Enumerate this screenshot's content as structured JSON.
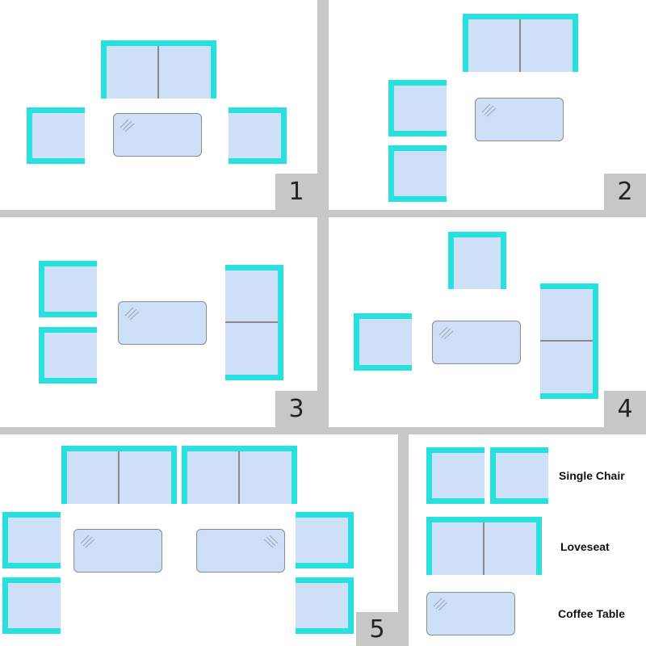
{
  "colors": {
    "frame": "#28e0de",
    "cushion": "#cde0f7",
    "outline": "#8a8a8a",
    "panel": "#ffffff",
    "divider": "#c7c7c7"
  },
  "panels": [
    {
      "number": "1"
    },
    {
      "number": "2"
    },
    {
      "number": "3"
    },
    {
      "number": "4"
    },
    {
      "number": "5"
    }
  ],
  "legend": {
    "single_chair": "Single Chair",
    "loveseat": "Loveseat",
    "coffee_table": "Coffee Table"
  }
}
